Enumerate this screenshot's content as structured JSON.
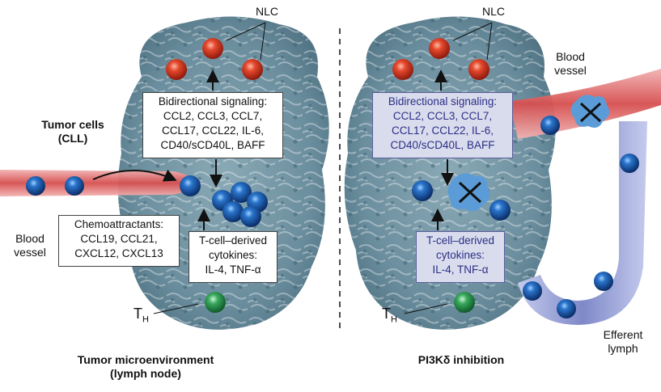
{
  "left_panel": {
    "nlc_label": "NLC",
    "tumor_cells_line1": "Tumor cells",
    "tumor_cells_line2": "(CLL)",
    "blood_vessel_line1": "Blood",
    "blood_vessel_line2": "vessel",
    "signaling": {
      "title": "Bidirectional signaling:",
      "line1": "CCL2, CCL3, CCL7,",
      "line2": "CCL17, CCL22, IL-6,",
      "line3": "CD40/sCD40L, BAFF"
    },
    "chemo": {
      "title": "Chemoattractants:",
      "line1": "CCL19, CCL21,",
      "line2": "CXCL12, CXCL13"
    },
    "tcell": {
      "line1": "T-cell–derived",
      "line2": "cytokines:",
      "line3": "IL-4, TNF-α"
    },
    "th_main": "T",
    "th_sub": "H",
    "caption_line1": "Tumor microenvironment",
    "caption_line2": "(lymph node)"
  },
  "right_panel": {
    "nlc_label": "NLC",
    "blood_vessel_line1": "Blood",
    "blood_vessel_line2": "vessel",
    "signaling": {
      "title": "Bidirectional signaling:",
      "line1": "CCL2, CCL3, CCL7,",
      "line2": "CCL17, CCL22, IL-6,",
      "line3": "CD40/sCD40L, BAFF"
    },
    "tcell": {
      "line1": "T-cell–derived",
      "line2": "cytokines:",
      "line3": "IL-4, TNF-α"
    },
    "th_main": "T",
    "th_sub": "H",
    "efferent_line1": "Efferent",
    "efferent_line2": "lymph",
    "caption": "PI3Kδ inhibition"
  },
  "colors": {
    "node_fill": "#6f93a3",
    "nlc_red": "#d93a24",
    "tumor_blue": "#1f5fb0",
    "th_green": "#2f9a52",
    "vessel_red": "#d95c5c",
    "lymph_blue": "#8e97cf",
    "inhibit_box": "#d9dcec",
    "inhibit_text": "#2b2f86"
  }
}
